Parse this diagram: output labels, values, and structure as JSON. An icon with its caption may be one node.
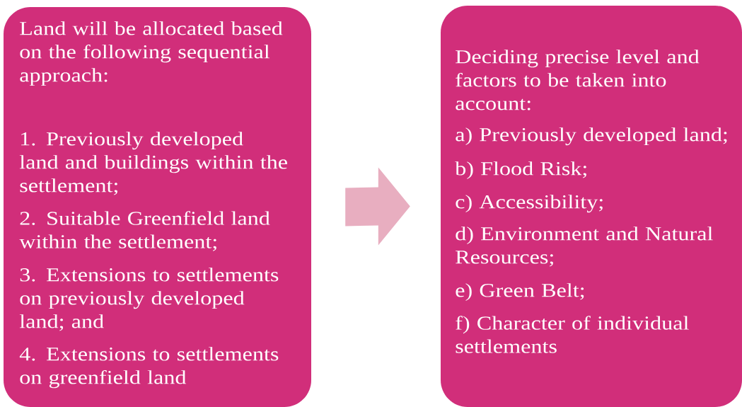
{
  "diagram": {
    "nodes": [
      {
        "text": [
          "Land will be allocated based on the following sequential approach:",
          "1. Previously developed land and buildings within the settlement;",
          "2. Suitable Greenfield land within the settlement;",
          "3. Extensions to settlements on previously developed land; and",
          "4. Extensions to settlements on greenfield land"
        ]
      },
      {
        "text": [
          "Deciding precise level and factors to be taken into account:",
          "a) Previously developed land;",
          "b) Flood Risk;",
          "c) Accessibility;",
          "d) Environment and Natural Resources;",
          "e) Green Belt;",
          "f) Character of individual settlements"
        ]
      }
    ],
    "edges": [
      {
        "from": 0,
        "to": 1,
        "arrow": "to"
      }
    ]
  }
}
